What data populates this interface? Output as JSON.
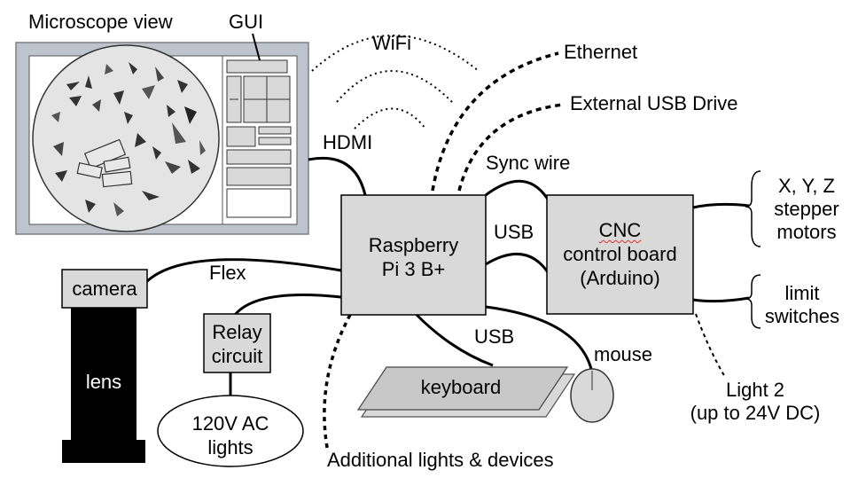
{
  "labels": {
    "microscope_view": "Microscope view",
    "gui": "GUI",
    "wifi": "WiFi",
    "ethernet": "Ethernet",
    "external_usb": "External USB Drive",
    "hdmi": "HDMI",
    "sync_wire": "Sync wire",
    "usb_cnc": "USB",
    "usb_peripherals": "USB",
    "flex": "Flex",
    "additional": "Additional lights & devices",
    "light2_line1": "Light 2",
    "light2_line2": "(up to 24V DC)",
    "xyz_line1": "X, Y, Z",
    "xyz_line2": "stepper",
    "xyz_line3": "motors",
    "limit_line1": "limit",
    "limit_line2": "switches"
  },
  "boxes": {
    "rpi_line1": "Raspberry",
    "rpi_line2": "Pi 3 B+",
    "cnc_line1": "CNC",
    "cnc_line2": "control board",
    "cnc_line3": "(Arduino)",
    "camera": "camera",
    "lens": "lens",
    "relay_line1": "Relay",
    "relay_line2": "circuit",
    "ac_line1": "120V AC",
    "ac_line2": "lights",
    "keyboard": "keyboard",
    "mouse": "mouse"
  },
  "colors": {
    "box_fill": "#d9d9d9",
    "monitor_frame": "#bfc3cc",
    "lens_fill": "#000000",
    "line": "#000000",
    "wavy_underline": "#dd3333"
  }
}
